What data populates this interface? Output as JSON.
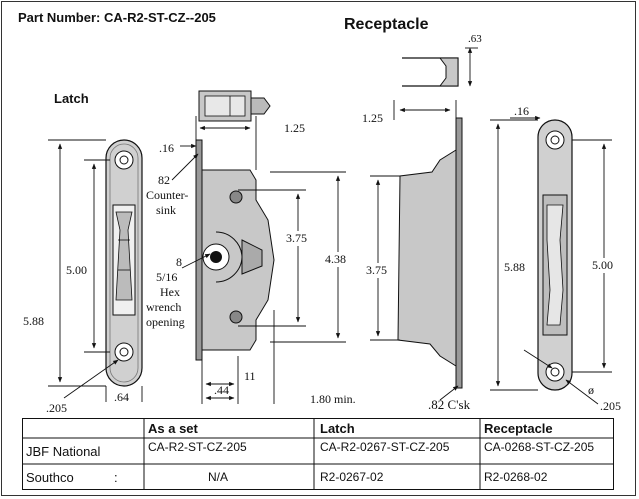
{
  "header": {
    "part_number": "Part Number: CA-R2-ST-CZ--205",
    "receptacle_title": "Receptacle",
    "latch_title": "Latch"
  },
  "dimensions": {
    "d_063": ".63",
    "d_125_top": "1.25",
    "d_125_left": "1.25",
    "d_016_left": ".16",
    "d_016_right": ".16",
    "d_082_countersink_1": "82",
    "d_082_countersink_2": "Counter-",
    "d_082_countersink_3": "sink",
    "d_375_mid": "3.75",
    "d_438": "4.38",
    "d_375_right": "3.75",
    "d_500_left": "5.00",
    "d_500_right": "5.00",
    "d_588_left": "5.88",
    "d_588_right": "5.88",
    "hex_1": "8",
    "hex_2": "5/16",
    "hex_3": "Hex",
    "hex_4": "wrench",
    "hex_5": "opening",
    "d_011": "11",
    "d_044": ".44",
    "d_180": "1.80  min.",
    "d_082_csk": ".82 C'sk",
    "d_0205_left": ".205",
    "d_064": ".64",
    "d_0205_right": ".205",
    "d_phi": "ø"
  },
  "table": {
    "headers": [
      "",
      "As a set",
      "Latch",
      "Receptacle"
    ],
    "rows": [
      {
        "brand": "JBF National",
        "set": "CA-R2-ST-CZ-205",
        "latch": "CA-R2-0267-ST-CZ-205",
        "receptacle": "CA-0268-ST-CZ-205"
      },
      {
        "brand": "Southco",
        "colon": ":",
        "set": "N/A",
        "latch": "R2-0267-02",
        "receptacle": "R2-0268-02"
      }
    ]
  },
  "colors": {
    "part_fill": "#c8c8c8",
    "part_dark": "#8a8a8a",
    "line": "#111111"
  }
}
